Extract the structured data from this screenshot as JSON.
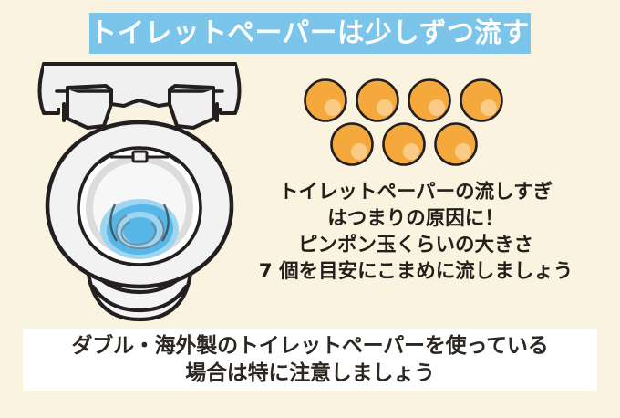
{
  "page": {
    "background_color": "#faf3df",
    "language": "ja"
  },
  "title_banner": {
    "text": "トイレットペーパーは少しずつ流す",
    "background_color": "#7cc5ea",
    "text_color": "#ffffff"
  },
  "illustration": {
    "toilet": {
      "name": "toilet-bowl-top-view",
      "bowl_color": "#f2f2f2",
      "outline_color": "#231f20",
      "water_color": "#57b6e8",
      "water_light_color": "#9ed6f2"
    },
    "balls": {
      "count": 7,
      "label": "ping-pong-balls",
      "fill_color": "#f5a83c",
      "highlight_color": "#f9c97e",
      "outline_color": "#231f20",
      "rows": [
        4,
        3
      ]
    }
  },
  "body_text": {
    "color": "#231f1b",
    "lines": [
      "トイレットペーパーの流しすぎ",
      "はつまりの原因に！",
      "ピンポン玉くらいの大きさ",
      "7 個を目安にこまめに流しましょう"
    ]
  },
  "note_box": {
    "background_color": "#ffffff",
    "text_color": "#2b2722",
    "lines": [
      "ダブル・海外製のトイレットペーパーを使っている",
      "場合は特に注意しましょう"
    ]
  }
}
